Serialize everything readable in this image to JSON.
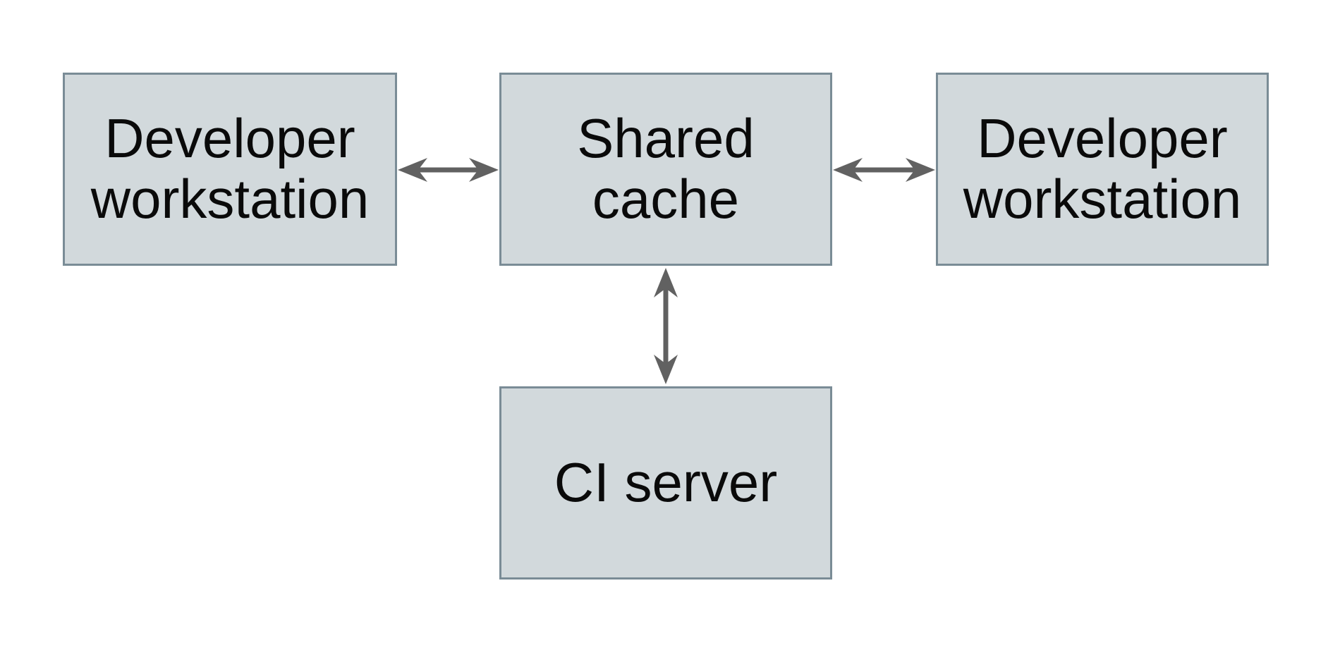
{
  "diagram": {
    "type": "architecture-diagram",
    "nodes": [
      {
        "id": "developer-workstation-left",
        "label": "Developer workstation",
        "lines": [
          "Developer",
          "workstation"
        ]
      },
      {
        "id": "shared-cache",
        "label": "Shared cache",
        "lines": [
          "Shared",
          "cache"
        ]
      },
      {
        "id": "developer-workstation-right",
        "label": "Developer workstation",
        "lines": [
          "Developer",
          "workstation"
        ]
      },
      {
        "id": "ci-server",
        "label": "CI server",
        "lines": [
          "CI server"
        ]
      }
    ],
    "edges": [
      {
        "from": "developer-workstation-left",
        "to": "shared-cache",
        "direction": "bidirectional",
        "orientation": "horizontal"
      },
      {
        "from": "shared-cache",
        "to": "developer-workstation-right",
        "direction": "bidirectional",
        "orientation": "horizontal"
      },
      {
        "from": "shared-cache",
        "to": "ci-server",
        "direction": "bidirectional",
        "orientation": "vertical"
      }
    ],
    "colors": {
      "background": "#ffffff",
      "node_fill": "#d2d9dc",
      "node_border": "#7a8c96",
      "arrow": "#616161",
      "text": "#0a0a0a"
    }
  }
}
